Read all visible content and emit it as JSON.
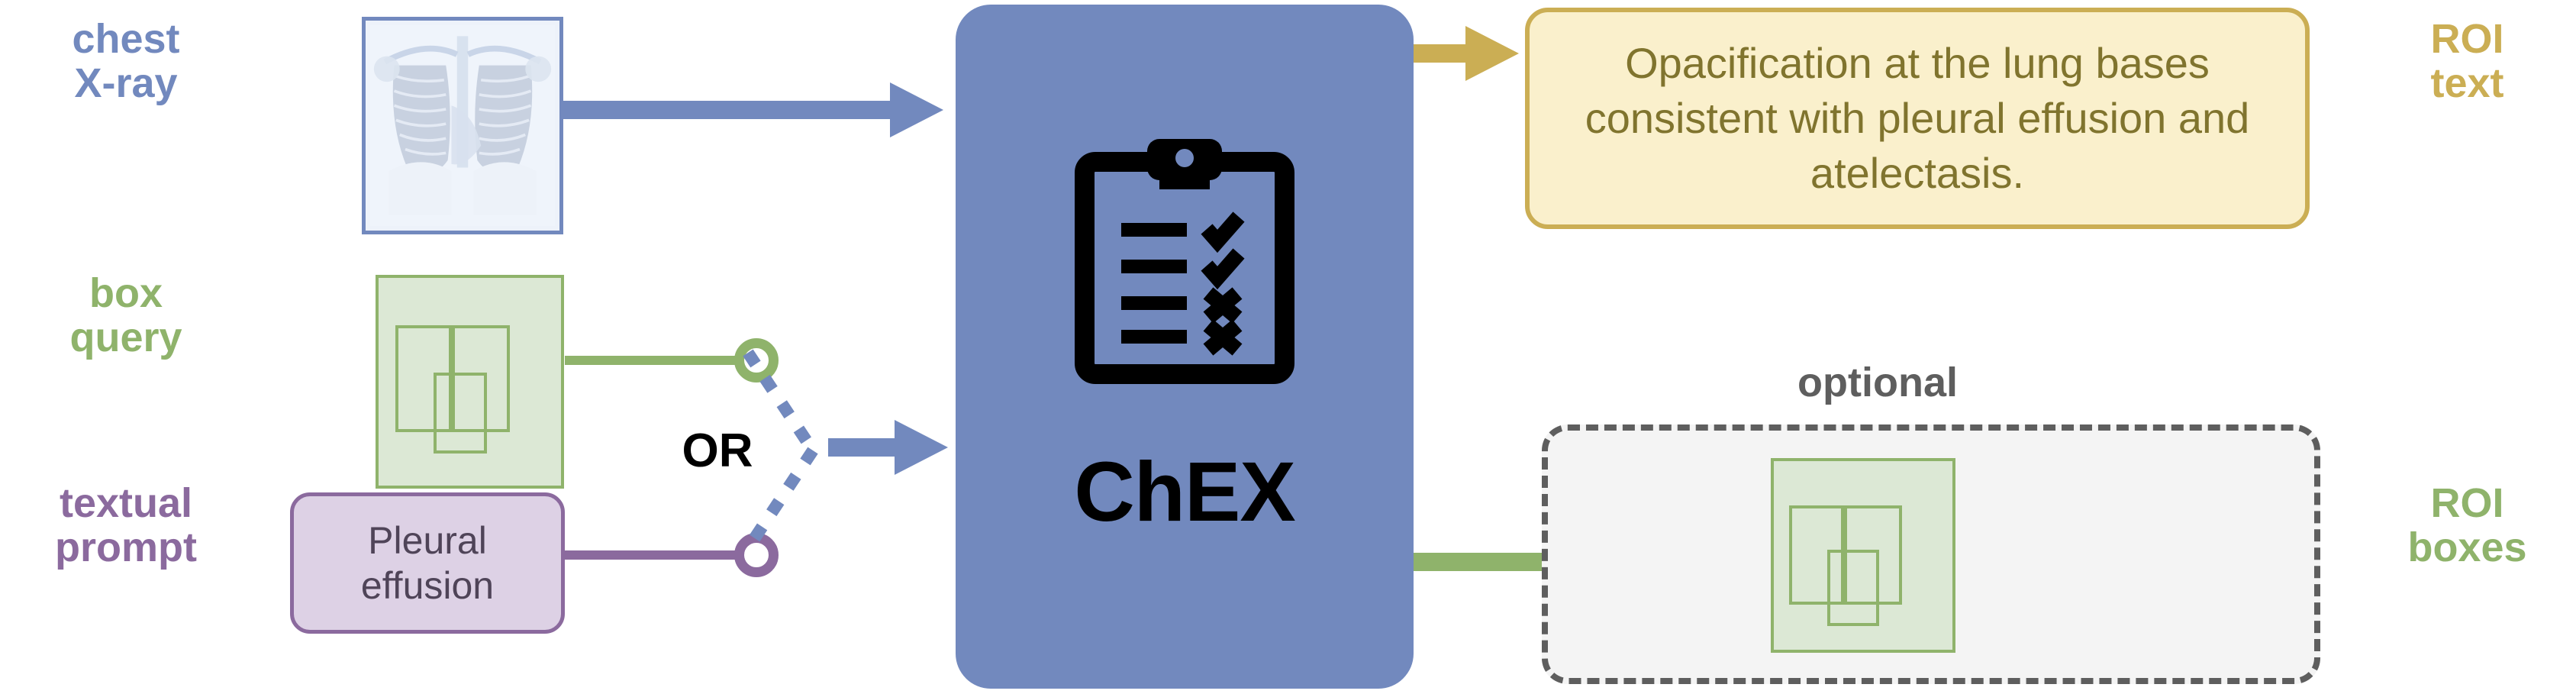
{
  "figure": {
    "title": "ChEX model input/output diagram"
  },
  "labels": {
    "chest_xray": "chest\nX-ray",
    "box_query": "box\nquery",
    "textual_prompt": "textual\nprompt",
    "roi_text": "ROI\ntext",
    "roi_boxes": "ROI\nboxes",
    "optional": "optional",
    "or": "OR"
  },
  "model": {
    "name": "ChEX",
    "icon": "clipboard-checklist-icon",
    "color": "#7289BE"
  },
  "inputs": {
    "xray": {
      "icon": "chest-xray-thumbnail",
      "border_color": "#7289BE"
    },
    "box_query": {
      "icon": "bounding-boxes-icon",
      "fill_color": "#DCE8D5",
      "border_color": "#8FB36B"
    },
    "textual_prompt": {
      "value": "Pleural\neffusion",
      "fill_color": "#DDD1E5",
      "border_color": "#8B6A9E",
      "text_color": "#4F4458"
    }
  },
  "outputs": {
    "roi_text": {
      "value": "Opacification at the lung bases consistent with pleural effusion and atelectasis.",
      "fill_color": "#FAF0CC",
      "border_color": "#CBAE54",
      "text_color": "#80742E"
    },
    "roi_boxes": {
      "icon": "bounding-boxes-icon",
      "fill_color": "#DCE8D5",
      "border_color": "#8FB36B",
      "group_border_color": "#5E5E5E"
    }
  },
  "colors": {
    "blue": "#7289BE",
    "green": "#8FB36B",
    "purple": "#8B6A9E",
    "gold": "#CBAE54",
    "gray": "#5E5E5E"
  }
}
